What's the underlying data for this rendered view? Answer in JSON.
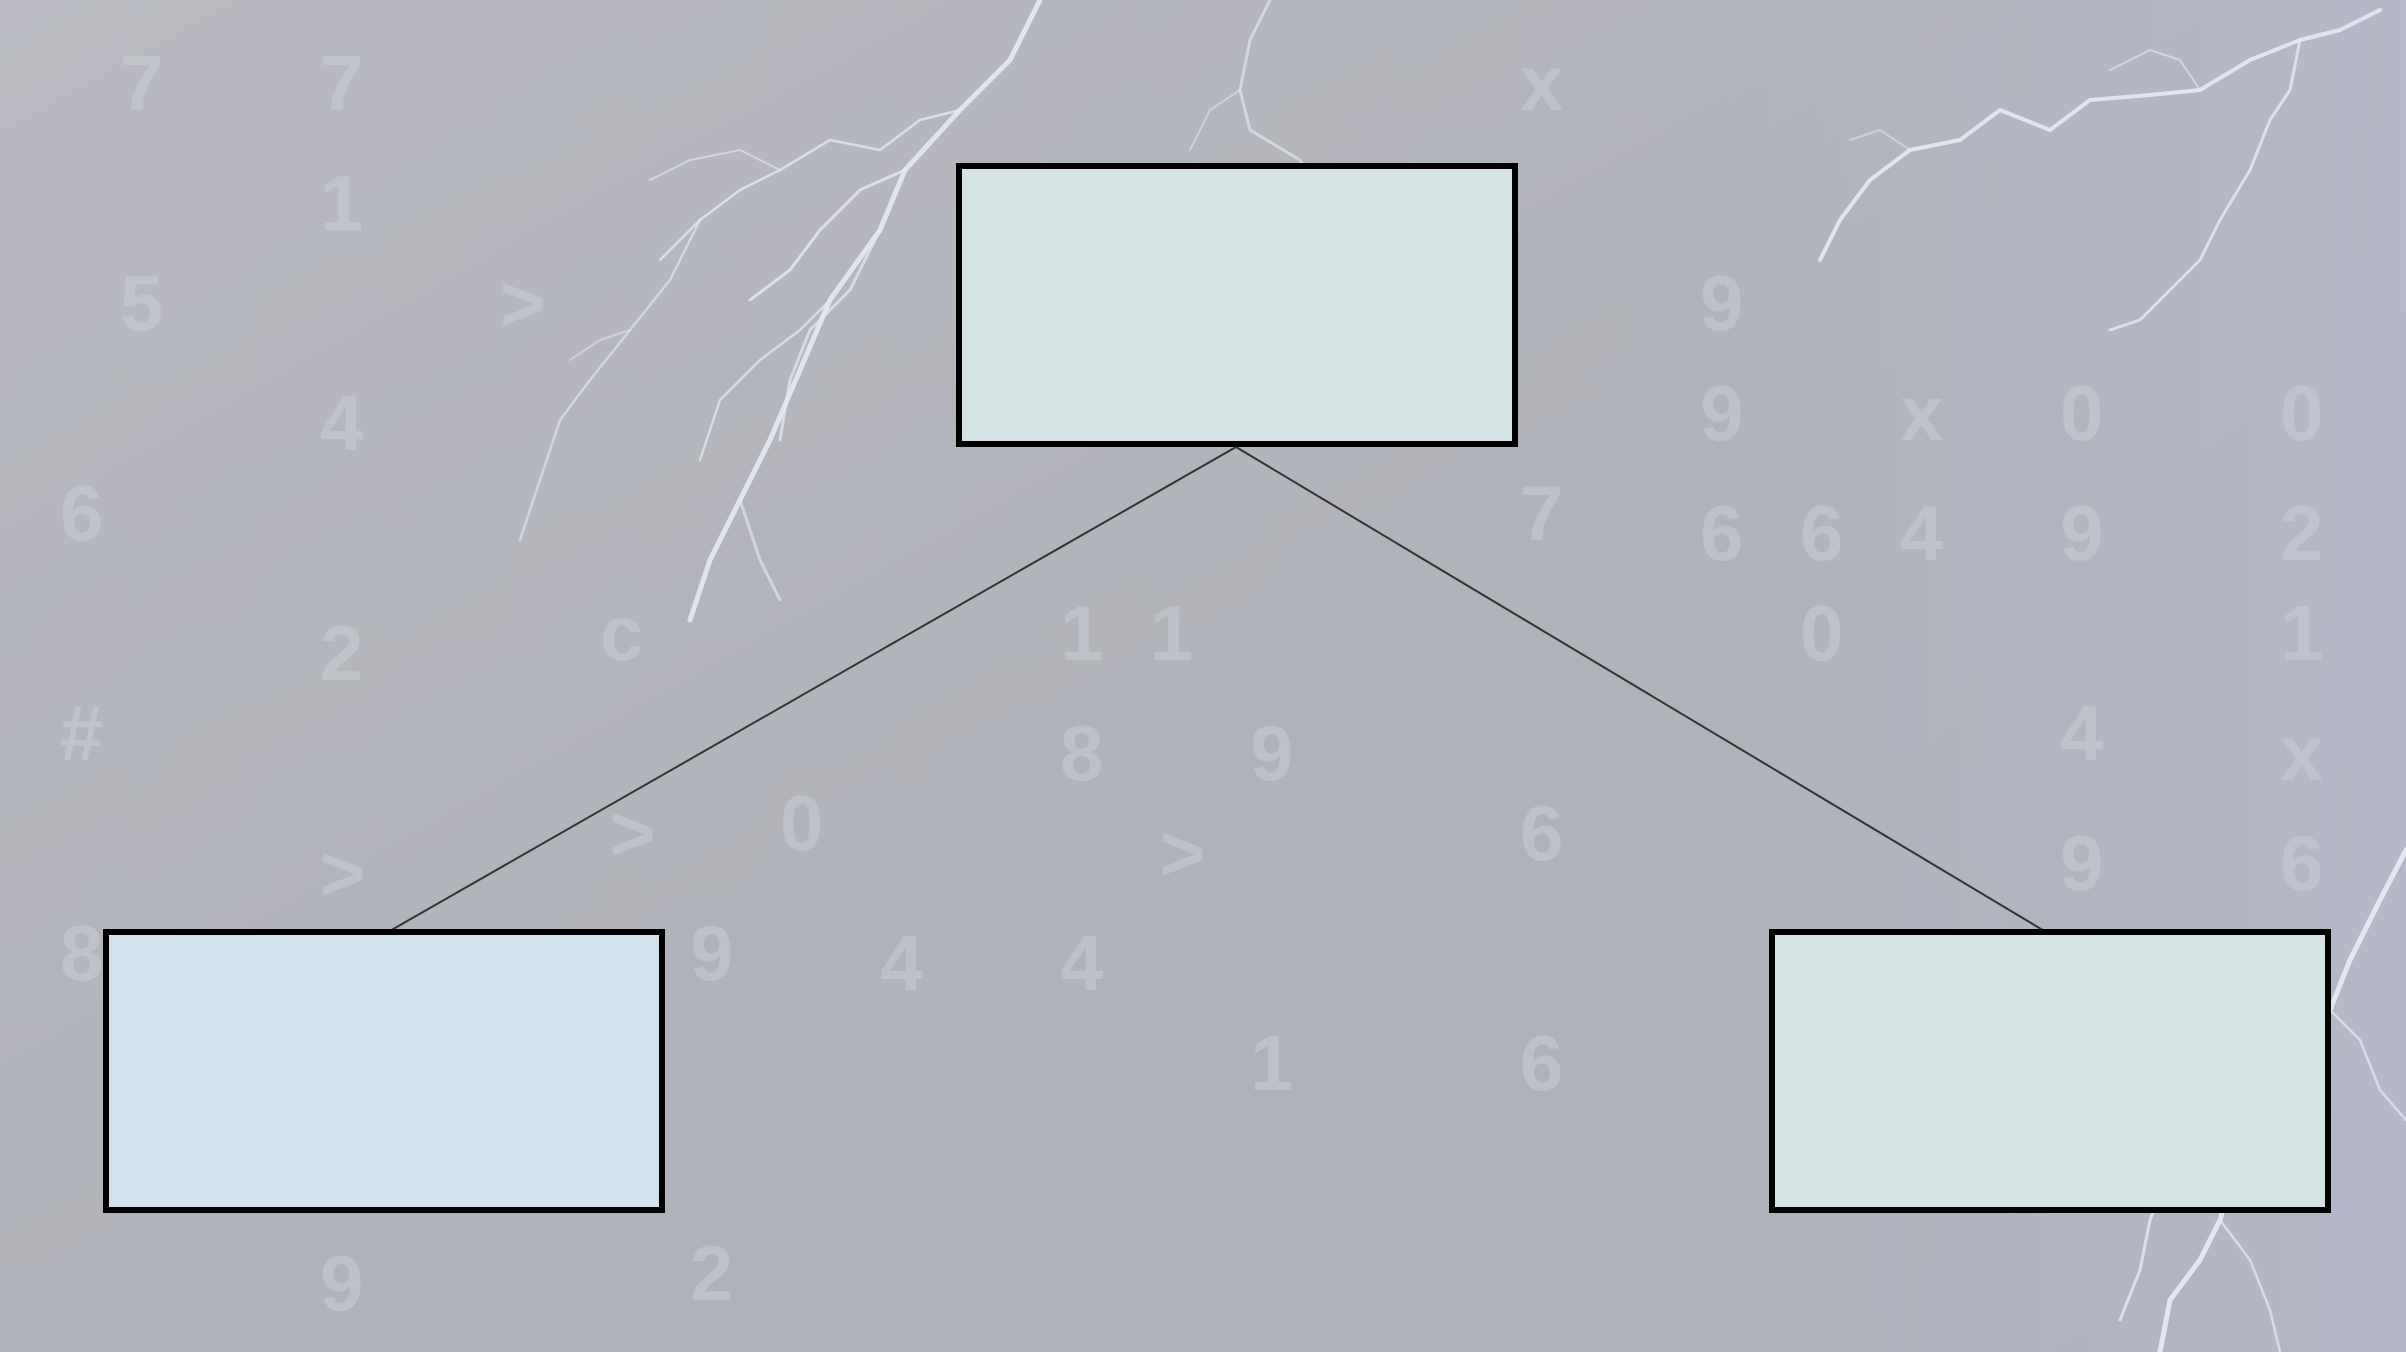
{
  "diagram": {
    "type": "tree",
    "nodes": [
      {
        "id": "root",
        "label": "",
        "fill": "#d4e4e4"
      },
      {
        "id": "left-child",
        "label": "",
        "fill": "#d2e3ef"
      },
      {
        "id": "right-child",
        "label": "",
        "fill": "#d4e4e4"
      }
    ],
    "edges": [
      {
        "from": "root",
        "to": "left-child"
      },
      {
        "from": "root",
        "to": "right-child"
      }
    ]
  },
  "theme": {
    "background": "#b3b5bd",
    "box_border": "#000000",
    "connector": "#333333",
    "background_motif": "lightning and falling digits"
  }
}
